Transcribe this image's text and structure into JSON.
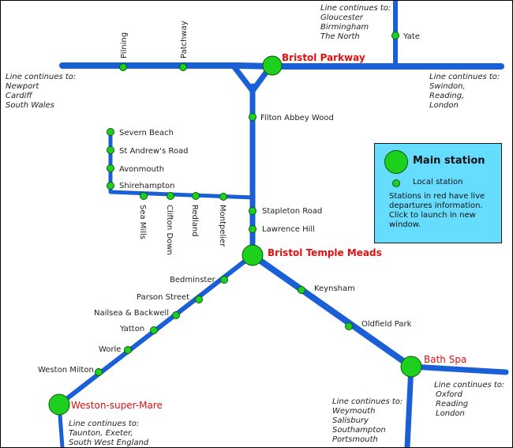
{
  "main_stations": [
    {
      "name": "Bristol Parkway",
      "style": "bold"
    },
    {
      "name": "Bristol Temple Meads",
      "style": "bold"
    },
    {
      "name": "Bath Spa",
      "style": "regular"
    },
    {
      "name": "Weston-super-Mare",
      "style": "regular"
    }
  ],
  "local_stations": [
    "Pilning",
    "Patchway",
    "Yate",
    "Filton Abbey Wood",
    "Severn Beach",
    "St Andrew's Road",
    "Avonmouth",
    "Shirehampton",
    "Sea Mills",
    "Clifton Down",
    "Redland",
    "Montpelier",
    "Stapleton Road",
    "Lawrence Hill",
    "Bedminster",
    "Parson Street",
    "Nailsea & Backwell",
    "Yatton",
    "Worle",
    "Weston Milton",
    "Keynsham",
    "Oldfield Park"
  ],
  "continuations": {
    "north": [
      "Line continues to:",
      "Gloucester",
      "Birmingham",
      "The North"
    ],
    "west": [
      "Line continues to:",
      "Newport",
      "Cardiff",
      "South Wales"
    ],
    "east": [
      "Line continues to:",
      "Swindon,",
      "Reading,",
      "London"
    ],
    "bath_south": [
      "Line continues to:",
      "Weymouth",
      "Salisbury",
      "Southampton",
      "Portsmouth"
    ],
    "bath_east": [
      "Line continues to:",
      "Oxford",
      "Reading",
      "London"
    ],
    "weston_south": [
      "Line continues to:",
      "Taunton, Exeter,",
      "South West England"
    ]
  },
  "legend": {
    "main_label": "Main station",
    "local_label": "Local station",
    "note": "Stations in red have live departures information. Click to launch in new window."
  },
  "colors": {
    "line": "#1a5fd6",
    "station": "#1ed01e",
    "live_station_text": "#e01010",
    "legend_background": "#66ddff"
  }
}
